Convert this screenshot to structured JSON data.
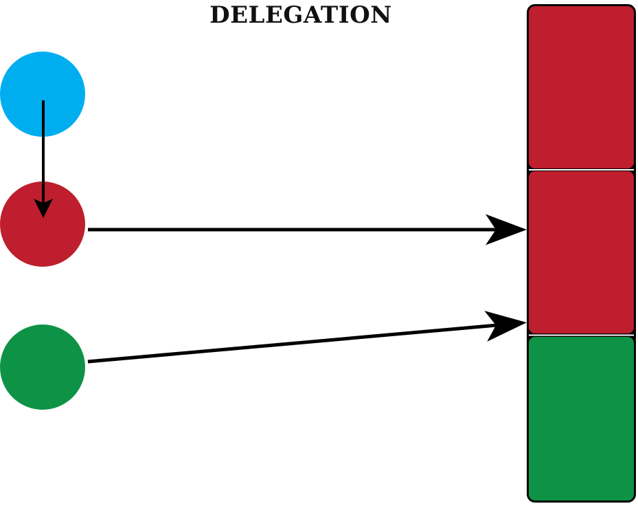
{
  "title": "DELEGATION",
  "colors": {
    "background": "#ffffff",
    "blue": "#00aeef",
    "red": "#be1e2d",
    "green": "#0e9346",
    "arrow": "#000000",
    "outline": "#000000",
    "divider": "#ffffff"
  },
  "nodes": [
    {
      "id": "blue-object",
      "color_key": "blue"
    },
    {
      "id": "red-object",
      "color_key": "red"
    },
    {
      "id": "green-object",
      "color_key": "green"
    }
  ],
  "stack_segments": [
    {
      "id": "stack-segment-top",
      "color_key": "red"
    },
    {
      "id": "stack-segment-middle",
      "color_key": "red"
    },
    {
      "id": "stack-segment-bottom",
      "color_key": "green"
    }
  ],
  "edges": [
    {
      "from": "blue-object",
      "to": "red-object"
    },
    {
      "from": "red-object",
      "to": "stack-segment-middle"
    },
    {
      "from": "green-object",
      "to": "stack-segment-middle"
    }
  ]
}
